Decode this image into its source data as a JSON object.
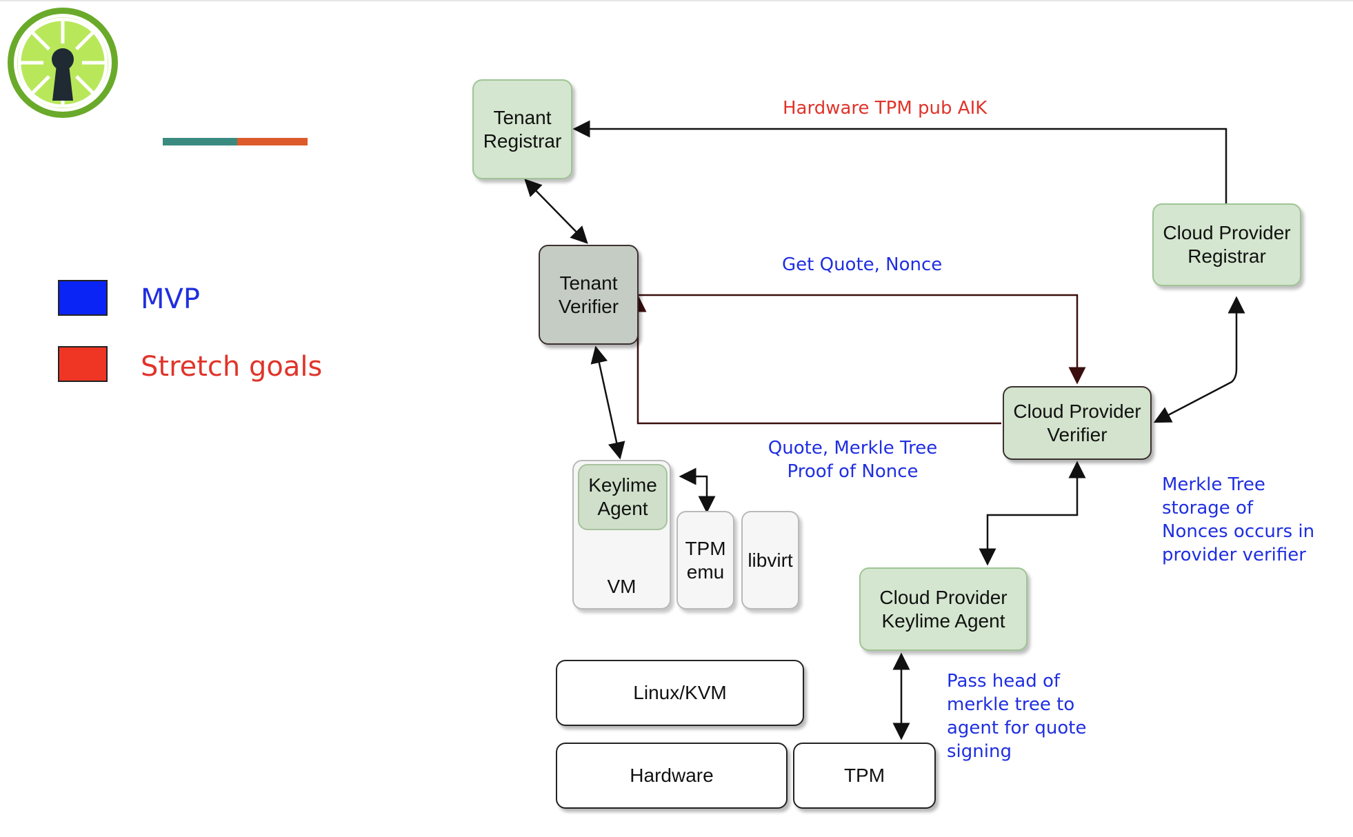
{
  "colors": {
    "mvp": "#0a24f5",
    "stretch": "#ef3524",
    "accent_teal": "#3a8a80",
    "accent_orange": "#dd5a2a"
  },
  "logo": {
    "icon": "keylime-lime-keyhole-icon"
  },
  "legend": {
    "mvp_label": "MVP",
    "stretch_label": "Stretch goals"
  },
  "nodes": {
    "tenant_registrar": "Tenant\nRegistrar",
    "tenant_verifier": "Tenant\nVerifier",
    "cloud_provider_registrar": "Cloud Provider\nRegistrar",
    "cloud_provider_verifier": "Cloud Provider\nVerifier",
    "keylime_agent": "Keylime\nAgent",
    "vm": "VM",
    "tpm_emu": "TPM\nemu",
    "libvirt": "libvirt",
    "cloud_provider_keylime_agent": "Cloud Provider\nKeylime Agent",
    "linux_kvm": "Linux/KVM",
    "hardware": "Hardware",
    "tpm": "TPM"
  },
  "edge_labels": {
    "hardware_tpm_pub_aik": "Hardware TPM pub AIK",
    "get_quote_nonce": "Get Quote, Nonce",
    "quote_merkle_tree": "Quote, Merkle Tree\nProof of Nonce",
    "merkle_tree_storage": "Merkle Tree\nstorage of\nNonces occurs in\nprovider verifier",
    "pass_head": "Pass head of\nmerkle tree to\nagent for quote\nsigning"
  }
}
